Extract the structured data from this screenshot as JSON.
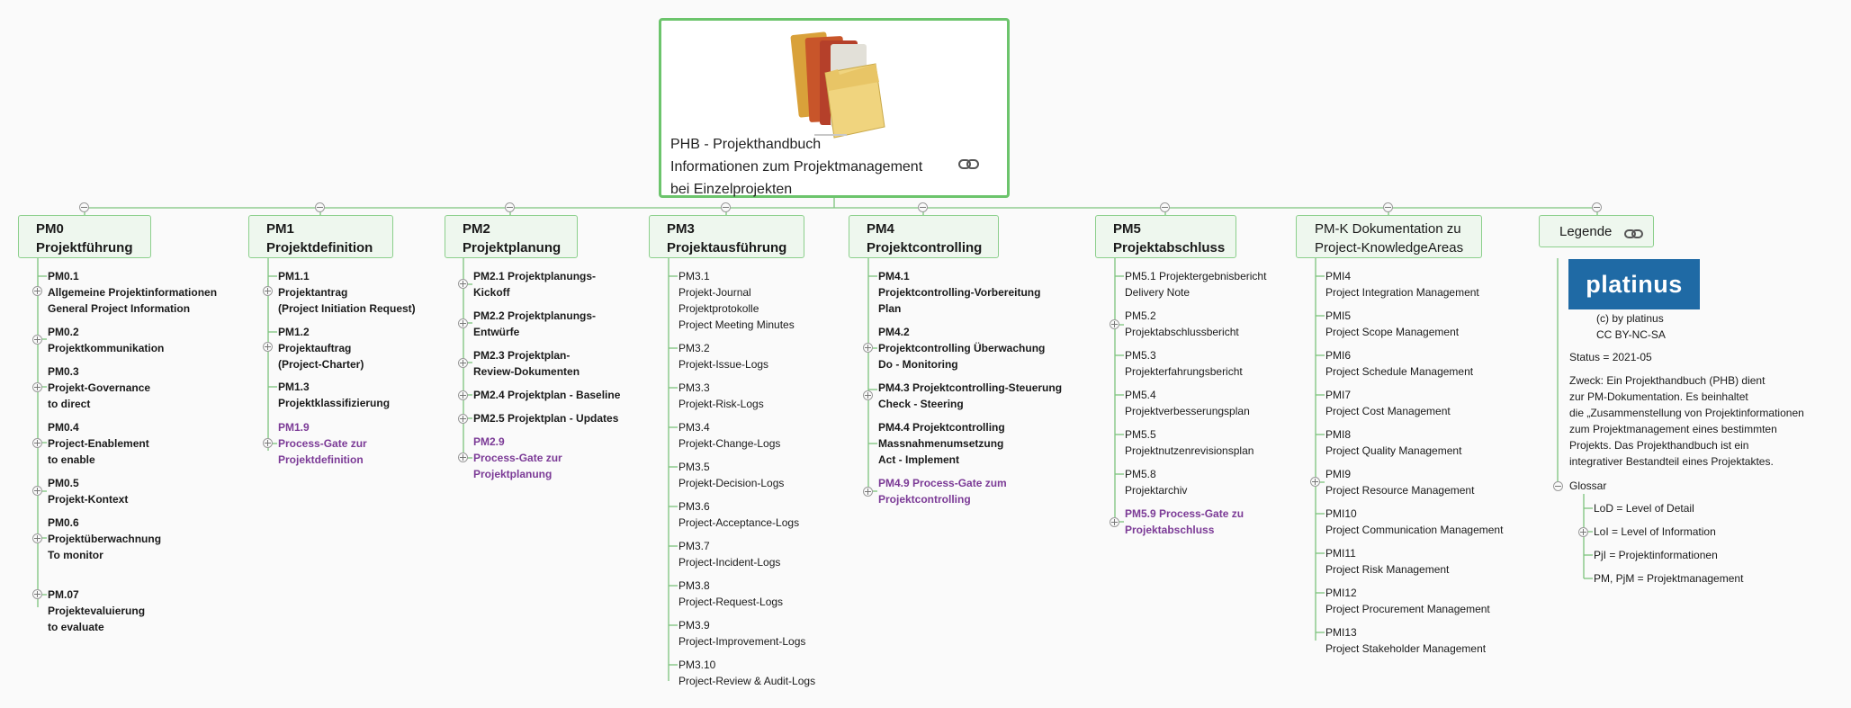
{
  "root": {
    "line1": "PHB - Projekthandbuch",
    "line2": "Informationen zum Projektmanagement",
    "line3": "bei Einzelprojekten",
    "image_icon": "folders-icon",
    "link_icon": "link-icon"
  },
  "topics": {
    "pm0": {
      "code": "PM0",
      "title": "Projektführung"
    },
    "pm1": {
      "code": "PM1",
      "title": "Projektdefinition"
    },
    "pm2": {
      "code": "PM2",
      "title": "Projektplanung"
    },
    "pm3": {
      "code": "PM3",
      "title": "Projektausführung"
    },
    "pm4": {
      "code": "PM4",
      "title": "Projektcontrolling"
    },
    "pm5": {
      "code": "PM5",
      "title": "Projektabschluss"
    },
    "pmk": {
      "line1": "PM-K Dokumentation zu",
      "line2": "Project-KnowledgeAreas"
    },
    "legend": {
      "title": "Legende"
    }
  },
  "pm0_items": [
    {
      "l1": "PM0.1",
      "l2": "Allgemeine Projektinformationen",
      "l3": "General Project Information"
    },
    {
      "l1": "PM0.2",
      "l2": "Projektkommunikation"
    },
    {
      "l1": "PM0.3",
      "l2": "Projekt-Governance",
      "l3": "to direct"
    },
    {
      "l1": "PM0.4",
      "l2": "Project-Enablement",
      "l3": "to enable"
    },
    {
      "l1": "PM0.5",
      "l2": "Projekt-Kontext"
    },
    {
      "l1": "PM0.6",
      "l2": "Projektüberwachnung",
      "l3": "To monitor"
    },
    {
      "l1": "PM.07",
      "l2": "Projektevaluierung",
      "l3": "to evaluate"
    }
  ],
  "pm1_items": [
    {
      "l1": "PM1.1",
      "l2": "Projektantrag",
      "l3": "(Project Initiation Request)"
    },
    {
      "l1": "PM1.2",
      "l2": "Projektauftrag",
      "l3": "(Project-Charter)"
    },
    {
      "l1": "PM1.3",
      "l2": "Projektklassifizierung"
    },
    {
      "l1": "PM1.9",
      "l2": "Process-Gate zur",
      "l3": "Projektdefinition"
    }
  ],
  "pm2_items": [
    {
      "l1": "PM2.1 Projektplanungs-",
      "l2": "Kickoff"
    },
    {
      "l1": "PM2.2 Projektplanungs-",
      "l2": "Entwürfe"
    },
    {
      "l1": "PM2.3 Projektplan-",
      "l2": "Review-Dokumenten"
    },
    {
      "l1": "PM2.4 Projektplan - Baseline"
    },
    {
      "l1": "PM2.5 Projektplan - Updates"
    },
    {
      "l1": "PM2.9",
      "l2": "Process-Gate zur",
      "l3": "Projektplanung"
    }
  ],
  "pm3_items": [
    {
      "l1": "PM3.1",
      "l2": "Projekt-Journal",
      "l3": "Projektprotokolle",
      "l4": "Project Meeting Minutes"
    },
    {
      "l1": "PM3.2",
      "l2": "Projekt-Issue-Logs"
    },
    {
      "l1": "PM3.3",
      "l2": "Projekt-Risk-Logs"
    },
    {
      "l1": "PM3.4",
      "l2": "Projekt-Change-Logs"
    },
    {
      "l1": "PM3.5",
      "l2": "Projekt-Decision-Logs"
    },
    {
      "l1": "PM3.6",
      "l2": "Project-Acceptance-Logs"
    },
    {
      "l1": "PM3.7",
      "l2": "Project-Incident-Logs"
    },
    {
      "l1": "PM3.8",
      "l2": "Project-Request-Logs"
    },
    {
      "l1": "PM3.9",
      "l2": "Project-Improvement-Logs"
    },
    {
      "l1": "PM3.10",
      "l2": "Project-Review & Audit-Logs"
    }
  ],
  "pm4_items": [
    {
      "l1": "PM4.1",
      "l2": "Projektcontrolling-Vorbereitung",
      "l3": "Plan"
    },
    {
      "l1": "PM4.2",
      "l2": "Projektcontrolling Überwachung",
      "l3": "Do - Monitoring"
    },
    {
      "l1": "PM4.3 Projektcontrolling-Steuerung",
      "l2": "Check - Steering"
    },
    {
      "l1": "PM4.4 Projektcontrolling",
      "l2": "Massnahmenumsetzung",
      "l3": "Act - Implement"
    },
    {
      "l1": "PM4.9 Process-Gate zum",
      "l2": "Projektcontrolling"
    }
  ],
  "pm5_items": [
    {
      "l1": "PM5.1 Projektergebnisbericht",
      "l2": "Delivery Note"
    },
    {
      "l1": "PM5.2",
      "l2": "Projektabschlussbericht"
    },
    {
      "l1": "PM5.3",
      "l2": "Projekterfahrungsbericht"
    },
    {
      "l1": "PM5.4",
      "l2": "Projektverbesserungsplan"
    },
    {
      "l1": "PM5.5",
      "l2": "Projektnutzenrevisionsplan"
    },
    {
      "l1": "PM5.8",
      "l2": "Projektarchiv"
    },
    {
      "l1": "PM5.9 Process-Gate zu",
      "l2": "Projektabschluss"
    }
  ],
  "pmk_items": [
    {
      "l1": "PMI4",
      "l2": "Project Integration Management"
    },
    {
      "l1": "PMI5",
      "l2": "Project Scope Management"
    },
    {
      "l1": "PMI6",
      "l2": "Project Schedule Management"
    },
    {
      "l1": "PMI7",
      "l2": "Project Cost Management"
    },
    {
      "l1": "PMI8",
      "l2": "Project Quality Management"
    },
    {
      "l1": "PMI9",
      "l2": "Project Resource Management"
    },
    {
      "l1": "PMI10",
      "l2": "Project Communication Management"
    },
    {
      "l1": "PMI11",
      "l2": "Project Risk Management"
    },
    {
      "l1": "PMI12",
      "l2": "Project Procurement Management"
    },
    {
      "l1": "PMI13",
      "l2": "Project Stakeholder Management"
    }
  ],
  "legend": {
    "logo_text": "platinus",
    "copyright": "(c) by platinus",
    "license": "CC BY-NC-SA",
    "status": "Status = 2021-05",
    "purpose": [
      "Zweck: Ein Projekthandbuch (PHB) dient",
      "zur PM-Dokumentation. Es beinhaltet",
      "die „Zusammenstellung von Projektinformationen",
      "zum Projektmanagement eines bestimmten",
      "Projekts. Das Projekthandbuch ist ein",
      "integrativer Bestandteil eines Projektaktes."
    ],
    "glossar_title": "Glossar",
    "glossar": [
      "LoD = Level of Detail",
      "LoI = Level of Information",
      "PjI = Projektinformationen",
      "PM, PjM = Projektmanagement"
    ]
  },
  "colors": {
    "connector": "#7cc47c",
    "topic_fill": "#eef7ee",
    "topic_border": "#8ccf8c",
    "gate_text": "#7b3a96",
    "logo_bg": "#1f6aa5"
  }
}
